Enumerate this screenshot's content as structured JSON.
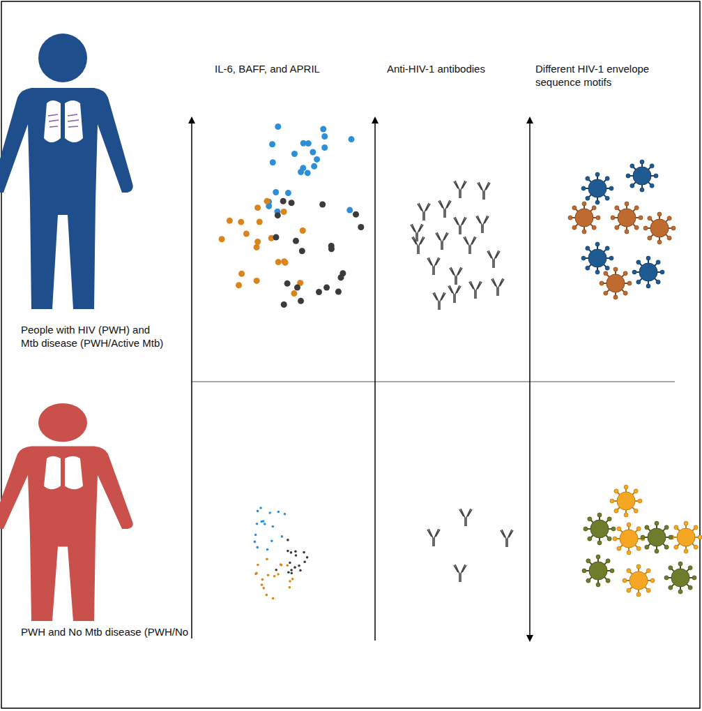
{
  "diagram": {
    "labels": [
      "IL-6, BAFF, and APRIL",
      "Anti-HIV-1 antibodies",
      "Different HIV-1 envelope sequence motifs",
      "People with HIV (PWH) and Mtb disease (PWH/Active Mtb)",
      "PWH and No Mtb disease (PWH/No"
    ]
  }
}
